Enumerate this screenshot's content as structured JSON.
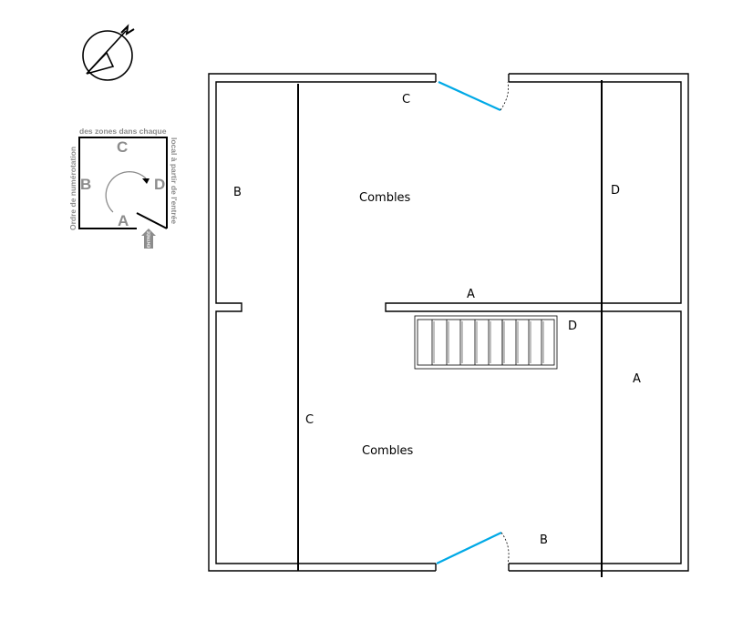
{
  "colors": {
    "wall": "#000000",
    "door": "#00a9e6",
    "legend": "#8c8c8c",
    "background": "#ffffff"
  },
  "icons": {
    "north": "north-compass-icon",
    "entrance": "entrance-arrow-icon",
    "rotation": "rotation-arrow-icon"
  },
  "legend": {
    "caption_top": "des zones dans chaque",
    "caption_left": "Ordre de numérotation",
    "caption_right": "local à partir de l'entrée",
    "letter_a": "A",
    "letter_b": "B",
    "letter_c": "C",
    "letter_d": "D",
    "entree": "ENTRÉE"
  },
  "plan": {
    "upper_room": {
      "name": "Combles",
      "zone_a": "A",
      "zone_b": "B",
      "zone_c": "C",
      "zone_d": "D"
    },
    "lower_room": {
      "name": "Combles",
      "zone_a": "A",
      "zone_b": "B",
      "zone_c": "C",
      "zone_d": "D"
    }
  }
}
